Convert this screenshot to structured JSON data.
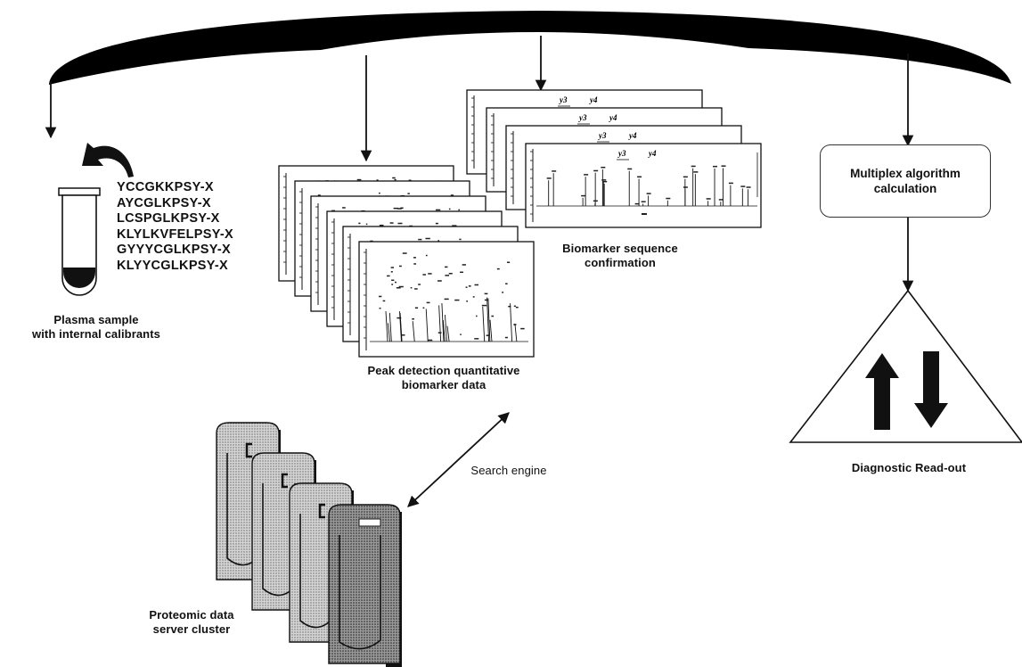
{
  "plasma": {
    "caption": "Plasma sample\nwith internal calibrants",
    "sequences": [
      "YCCGKKPSY-X",
      "AYCGLKPSY-X",
      "LCSPGLKPSY-X",
      "KLYLKVFELPSY-X",
      "GYYYCGLKPSY-X",
      "KLYYCGLKPSY-X"
    ]
  },
  "peak_detection": {
    "caption": "Peak detection quantitative\nbiomarker data"
  },
  "biomarker_sequence": {
    "caption": "Biomarker sequence\nconfirmation",
    "peak_labels": [
      "y3",
      "y4"
    ]
  },
  "multiplex": {
    "label": "Multiplex algorithm\ncalculation"
  },
  "diagnostic": {
    "caption": "Diagnostic Read-out"
  },
  "search_engine": {
    "label": "Search engine"
  },
  "server": {
    "caption": "Proteomic data\nserver cluster"
  }
}
